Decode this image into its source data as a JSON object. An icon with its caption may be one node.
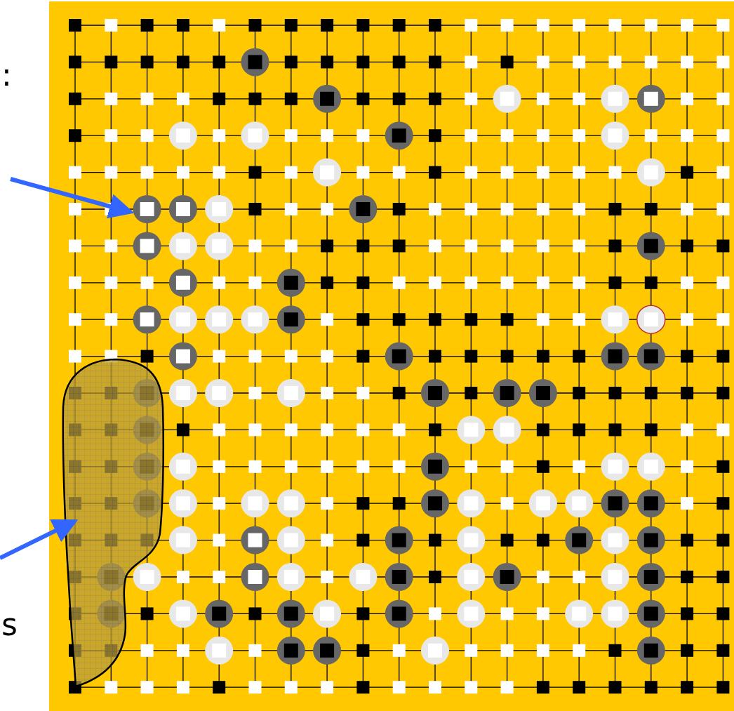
{
  "diagram": {
    "nodes": [
      {
        "text": [],
        "shape": "circle"
      },
      {
        "text": [],
        "shape": "blob"
      }
    ],
    "edges": [
      {
        "from": null,
        "to": 0,
        "arrow": "to",
        "color": "#3366ff"
      },
      {
        "from": null,
        "to": 1,
        "arrow": "to",
        "color": "#3366ff"
      }
    ],
    "labels": [
      ":",
      "s"
    ]
  }
}
